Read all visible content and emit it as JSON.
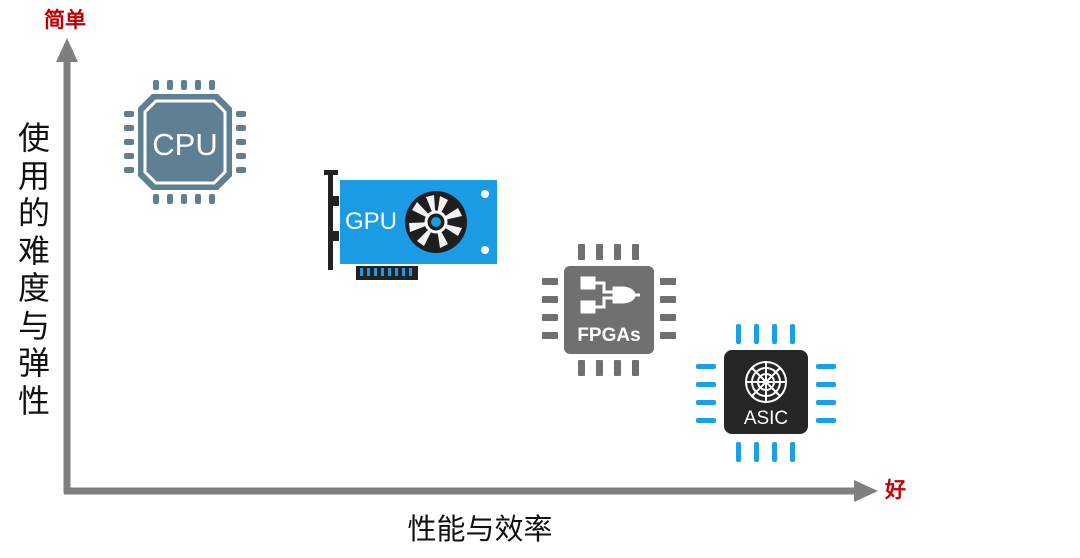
{
  "diagram": {
    "y_axis": {
      "top_label": "简单",
      "title_chars": [
        "使",
        "用",
        "的",
        "难",
        "度",
        "与",
        "弹",
        "性"
      ]
    },
    "x_axis": {
      "end_label": "好",
      "title": "性能与效率"
    },
    "chips": [
      {
        "id": "cpu",
        "label": "CPU",
        "icon": "cpu-chip-icon",
        "color": "#5f7f92"
      },
      {
        "id": "gpu",
        "label": "GPU",
        "icon": "gpu-card-icon",
        "color": "#1a9be4"
      },
      {
        "id": "fpga",
        "label": "FPGAs",
        "icon": "fpga-chip-icon",
        "color": "#707070"
      },
      {
        "id": "asic",
        "label": "ASIC",
        "icon": "asic-chip-icon",
        "color": "#1aa0e6"
      }
    ],
    "colors": {
      "axis": "#7f7f7f",
      "axis_end_labels": "#c00000",
      "asic_body": "#262626"
    }
  }
}
